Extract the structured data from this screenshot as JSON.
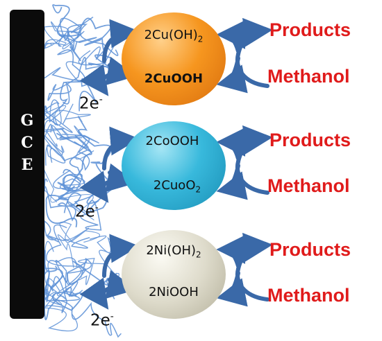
{
  "electrode": {
    "letters": [
      "G",
      "C",
      "E"
    ]
  },
  "colors": {
    "electrode": "#0b0b0b",
    "fibers": "#5b8fd6",
    "arrows": "#3a69a8",
    "labels": "#e01b1b",
    "copper_ball": "#f28a1c",
    "cobalt_ball": "#2fb3d6",
    "nickel_ball": "#d9d6c6"
  },
  "cycles": [
    {
      "top": {
        "base": "2Cu(OH)",
        "sub": "2"
      },
      "bottom": {
        "base": "2CuOOH",
        "sub": ""
      },
      "electrons": {
        "base": "2e",
        "sup": "-"
      },
      "products": "Products",
      "reactant": "Methanol"
    },
    {
      "top": {
        "base": "2CoOOH",
        "sub": ""
      },
      "bottom": {
        "base": "2CuoO",
        "sub": "2"
      },
      "electrons": {
        "base": "2e",
        "sup": "-"
      },
      "products": "Products",
      "reactant": "Methanol"
    },
    {
      "top": {
        "base": "2Ni(OH)",
        "sub": "2"
      },
      "bottom": {
        "base": "2NiOOH",
        "sub": ""
      },
      "electrons": {
        "base": "2e",
        "sup": "-"
      },
      "products": "Products",
      "reactant": "Methanol"
    }
  ]
}
